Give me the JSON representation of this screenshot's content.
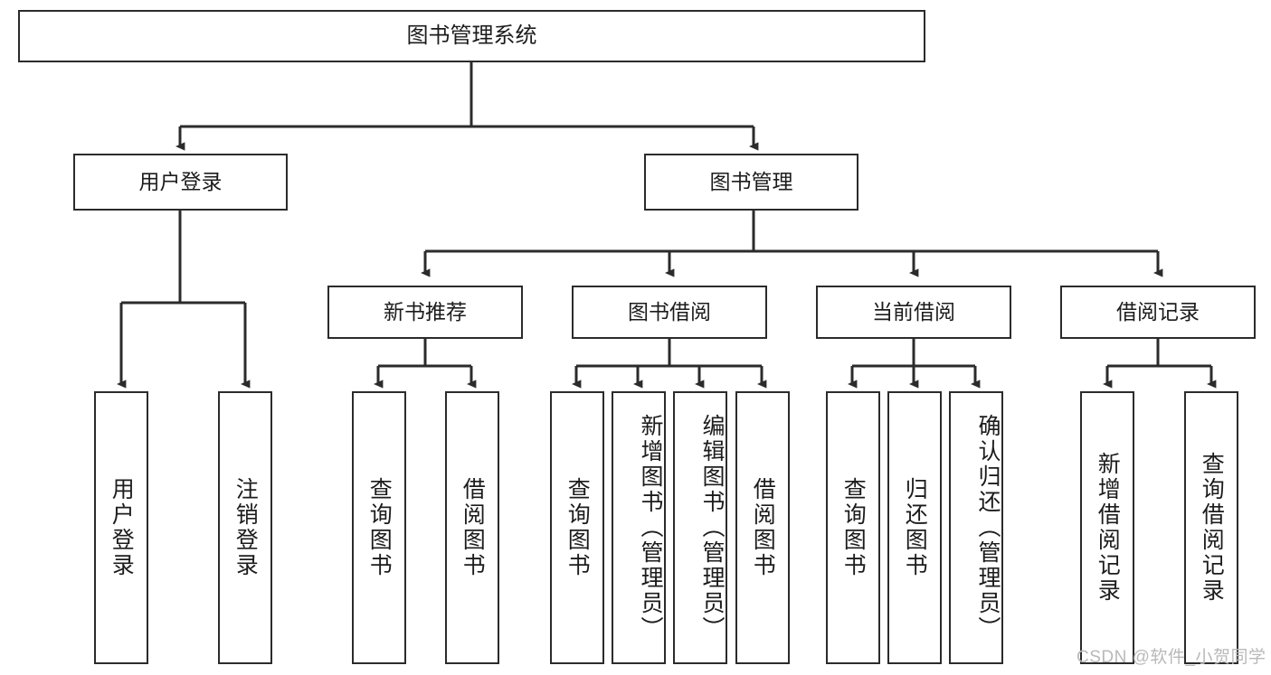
{
  "diagram": {
    "type": "tree",
    "title": "图书管理系统",
    "root": {
      "label": "图书管理系统"
    },
    "level1": [
      {
        "label": "用户登录"
      },
      {
        "label": "图书管理"
      }
    ],
    "level2": [
      {
        "label": "新书推荐"
      },
      {
        "label": "图书借阅"
      },
      {
        "label": "当前借阅"
      },
      {
        "label": "借阅记录"
      }
    ],
    "leaves": {
      "user_login": [
        {
          "label": "用户登录"
        },
        {
          "label": "注销登录"
        }
      ],
      "new_book": [
        {
          "label": "查询图书"
        },
        {
          "label": "借阅图书"
        }
      ],
      "book_borrow": [
        {
          "label": "查询图书"
        },
        {
          "label": "新增图书（管理员）"
        },
        {
          "label": "编辑图书（管理员）"
        },
        {
          "label": "借阅图书"
        }
      ],
      "current_borrow": [
        {
          "label": "查询图书"
        },
        {
          "label": "归还图书"
        },
        {
          "label": "确认归还（管理员）"
        }
      ],
      "borrow_record": [
        {
          "label": "新增借阅记录"
        },
        {
          "label": "查询借阅记录"
        }
      ]
    }
  },
  "watermark": {
    "text": "CSDN @软件_小贺同学"
  },
  "colors": {
    "border": "#2b2b2b",
    "line": "#2b2b2b",
    "background": "#ffffff",
    "text": "#1c1c1c",
    "watermark": "#b9b9b9"
  }
}
